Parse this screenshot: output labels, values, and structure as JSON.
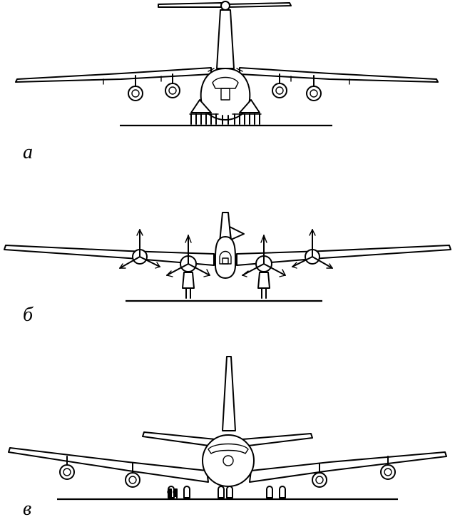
{
  "figure": {
    "panels": [
      {
        "label": "а"
      },
      {
        "label": "б"
      },
      {
        "label": "в"
      }
    ]
  }
}
